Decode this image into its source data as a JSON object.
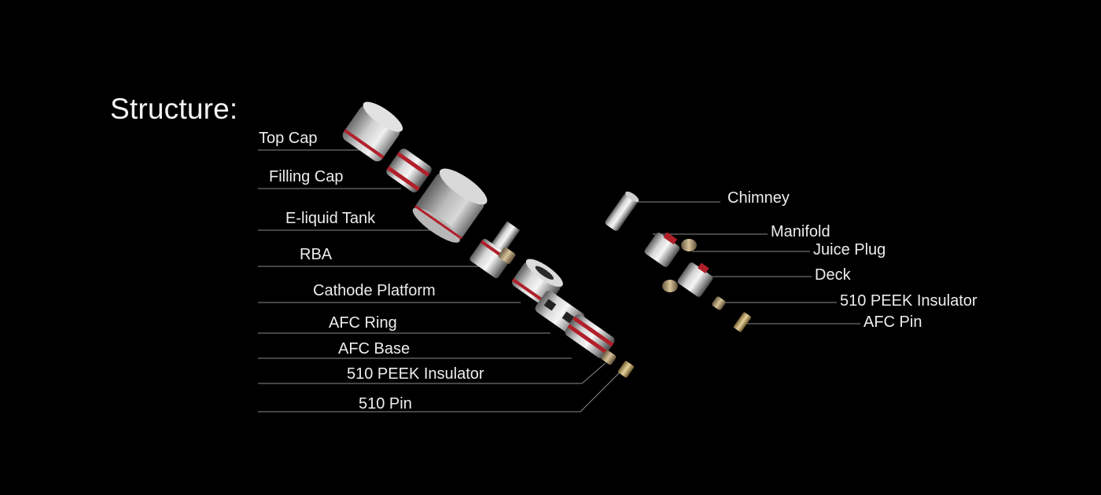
{
  "page_title": "Structure:",
  "left_assembly": {
    "labels": [
      {
        "id": "top-cap",
        "text": "Top Cap"
      },
      {
        "id": "filling-cap",
        "text": "Filling Cap"
      },
      {
        "id": "e-liquid-tank",
        "text": "E-liquid Tank"
      },
      {
        "id": "rba",
        "text": "RBA"
      },
      {
        "id": "cathode-platform",
        "text": "Cathode Platform"
      },
      {
        "id": "afc-ring",
        "text": "AFC Ring"
      },
      {
        "id": "afc-base",
        "text": "AFC Base"
      },
      {
        "id": "510-peek-insulator",
        "text": "510 PEEK Insulator"
      },
      {
        "id": "510-pin",
        "text": "510 Pin"
      }
    ]
  },
  "right_assembly": {
    "labels": [
      {
        "id": "chimney",
        "text": "Chimney"
      },
      {
        "id": "manifold",
        "text": "Manifold"
      },
      {
        "id": "juice-plug",
        "text": "Juice Plug"
      },
      {
        "id": "deck",
        "text": "Deck"
      },
      {
        "id": "510-peek-insulator-right",
        "text": "510 PEEK Insulator"
      },
      {
        "id": "afc-pin",
        "text": "AFC Pin"
      }
    ]
  },
  "colors": {
    "background": "#000000",
    "text": "#ededed",
    "leader_line": "#8a8a8a",
    "accent_red": "#b0202a"
  }
}
